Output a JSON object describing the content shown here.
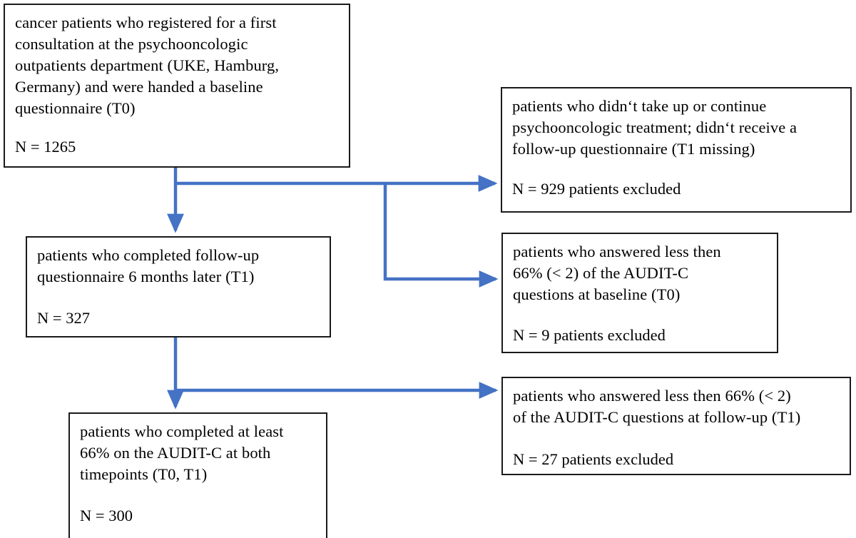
{
  "figure": {
    "type": "flowchart",
    "orientation": "top-to-bottom with right-side exclusion branches",
    "connector_color": "#4472C4",
    "box_border_color": "#1A1A1A",
    "background_color": "#FFFFFF"
  },
  "boxes": {
    "enrolled": {
      "text": "cancer patients who registered for a first\nconsultation at the psychooncologic\noutpatients department (UKE, Hamburg,\nGermany) and were handed a baseline\nquestionnaire (T0)",
      "count": "N = 1265"
    },
    "excluded_t1_missing": {
      "text": "patients who didn‘t take up or continue\npsychooncologic treatment; didn‘t receive a\nfollow-up questionnaire (T1 missing)",
      "count": "N = 929 patients excluded"
    },
    "followup_completed": {
      "text": "patients who completed follow-up\nquestionnaire 6 months later (T1)",
      "count": "N = 327"
    },
    "excluded_audit_baseline": {
      "text": "patients who answered less then\n66% (< 2) of the AUDIT-C\nquestions at baseline (T0)",
      "count": "N = 9 patients excluded"
    },
    "excluded_audit_followup": {
      "text": "patients who answered less then 66%  (< 2)\nof the AUDIT-C questions at follow-up (T1)",
      "count": "N = 27 patients excluded"
    },
    "final_sample": {
      "text": "patients who completed at least\n66% on the AUDIT-C at both\ntimepoints (T0, T1)",
      "count": "N = 300"
    }
  },
  "connectors": [
    {
      "name": "enrolled-to-followup",
      "from": "enrolled",
      "to": "followup_completed",
      "arrow": "down"
    },
    {
      "name": "enrolled-to-excluded-t1-missing",
      "from": "enrolled",
      "to": "excluded_t1_missing",
      "arrow": "right"
    },
    {
      "name": "enrolled-to-excluded-audit-baseline",
      "from": "enrolled",
      "to": "excluded_audit_baseline",
      "arrow": "right"
    },
    {
      "name": "followup-to-final",
      "from": "followup_completed",
      "to": "final_sample",
      "arrow": "down"
    },
    {
      "name": "followup-to-excluded-audit-followup",
      "from": "followup_completed",
      "to": "excluded_audit_followup",
      "arrow": "right"
    }
  ]
}
